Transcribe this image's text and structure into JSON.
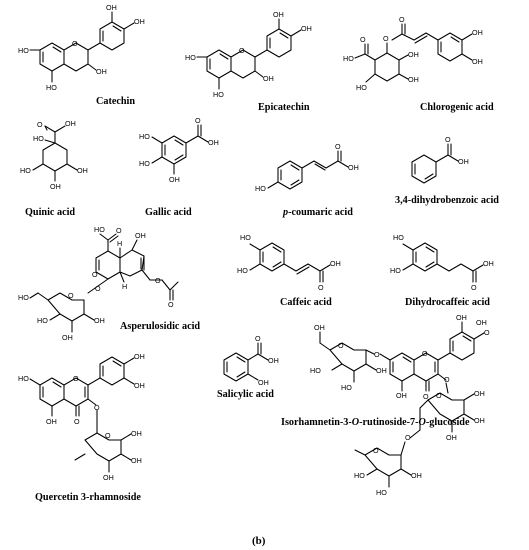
{
  "figure": {
    "panel_label": "(b)",
    "compounds": [
      {
        "id": "catechin",
        "name": "Catechin"
      },
      {
        "id": "epicatechin",
        "name": "Epicatechin"
      },
      {
        "id": "chlorogenic",
        "name": "Chlorogenic acid"
      },
      {
        "id": "quinic",
        "name": "Quinic acid"
      },
      {
        "id": "gallic",
        "name": "Gallic acid"
      },
      {
        "id": "pcoumaric",
        "name_italic": "p",
        "name_rest": "-coumaric acid"
      },
      {
        "id": "dhba",
        "name": "3,4-dihydrobenzoic acid"
      },
      {
        "id": "asperulosidic",
        "name": "Asperulosidic acid"
      },
      {
        "id": "caffeic",
        "name": "Caffeic acid"
      },
      {
        "id": "dihydrocaffeic",
        "name": "Dihydrocaffeic acid"
      },
      {
        "id": "salicylic",
        "name": "Salicylic acid"
      },
      {
        "id": "isorhamnetin",
        "name_parts": [
          "Isorhamnetin-3-",
          "O",
          "-rutinoside-7-",
          "O",
          "-glucoside"
        ]
      },
      {
        "id": "quercetin",
        "name": "Quercetin 3-rhamnoside"
      }
    ],
    "atom_labels": {
      "OH": "OH",
      "HO": "HO",
      "O": "O",
      "H": "H"
    }
  }
}
